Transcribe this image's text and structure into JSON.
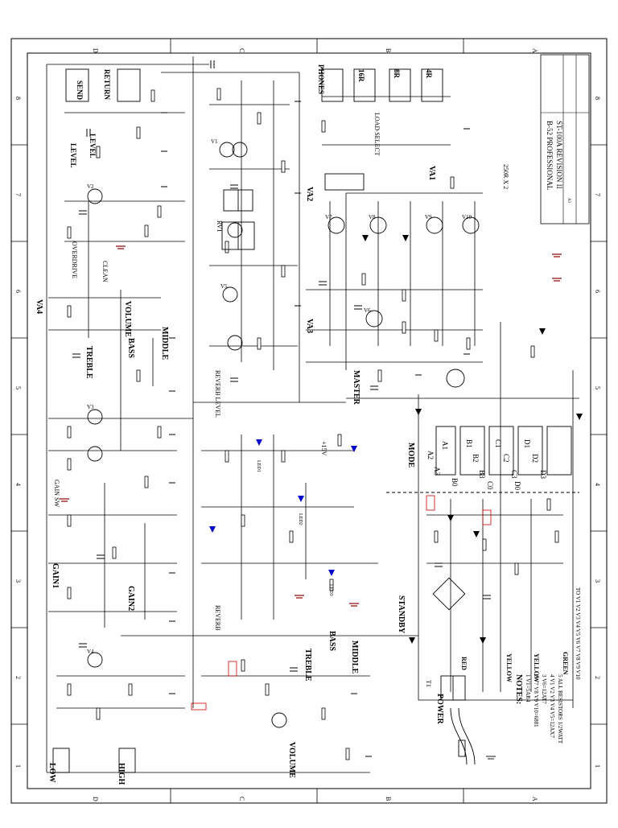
{
  "sheet": {
    "border_letters": [
      "D",
      "C",
      "B",
      "A"
    ],
    "border_numbers": [
      "8",
      "7",
      "6",
      "5",
      "4",
      "3",
      "2",
      "1"
    ]
  },
  "title_block": {
    "company": "B-52 PROFESSIONAL",
    "model": "ST-100A REVISION II",
    "size_label": "A3"
  },
  "inputs": {
    "low": "LOW",
    "high": "HIGH"
  },
  "controls": {
    "gain1": "GAIN1",
    "gain2": "GAIN2",
    "volume_clean": "VOLUME",
    "volume_od": "VOLUME",
    "treble_od": "TREBLE",
    "bass_od": "BASS",
    "middle_od": "MIDDLE",
    "treble_cl": "TREBLE",
    "bass_cl": "BASS",
    "middle_cl": "MIDDLE",
    "master": "MASTER",
    "reverb_level": "REVERB LEVEL",
    "level_send": "LEVEL",
    "level_return": "LEVEL",
    "overdrive": "OVERDRIVE",
    "clean": "CLEAN",
    "gain_sw": "GAIN SW",
    "reverb": "REVERB",
    "standby": "STANDBY",
    "power": "POWER",
    "mode": "MODE",
    "load_select": "LOAD SELECT"
  },
  "jacks": {
    "send": "SEND",
    "return": "RETURN",
    "phones": "PHONES",
    "ohm16": "16R",
    "ohm8": "8R",
    "ohm4": "4R"
  },
  "tubes": [
    "V1",
    "V2",
    "V3",
    "V4",
    "V5",
    "V6",
    "V7",
    "V8",
    "V9",
    "V10"
  ],
  "switch_contacts": {
    "A": [
      "A1",
      "A2",
      "A3"
    ],
    "B": [
      "B1",
      "B2",
      "B3",
      "B0"
    ],
    "C": [
      "C1",
      "C2",
      "C3",
      "C0"
    ],
    "D": [
      "D1",
      "D2",
      "D3",
      "D0"
    ]
  },
  "notes": {
    "heading": "NOTES:",
    "lines": [
      "1 V1=5AR4",
      "2 V7 V8 V9 V10=6881",
      "3 V6=12AT7",
      "4 V1 V2 V3 V4 V5=12AX7",
      "5 ALL RESISTORS 1/2WATT"
    ]
  },
  "filament": {
    "to_label": "TO V1 V2 V3 V4 V5 V6 V7 V8 V9 V10",
    "yellow1": "YELLOW",
    "yellow2": "YELLOW",
    "green": "GREEN",
    "red": "RED"
  },
  "leds": {
    "led1": "LED1",
    "led2": "LED2",
    "led3": "LED3"
  },
  "misc": {
    "supply_15": "+15V",
    "load_caption": "250R X 2",
    "reverb_tank": "RV1",
    "transformer": "T1"
  },
  "colors": {
    "ink": "#000000",
    "ground": "#8b0000",
    "led": "#0000cc",
    "paper": "#ffffff",
    "warn": "#cc0000"
  }
}
